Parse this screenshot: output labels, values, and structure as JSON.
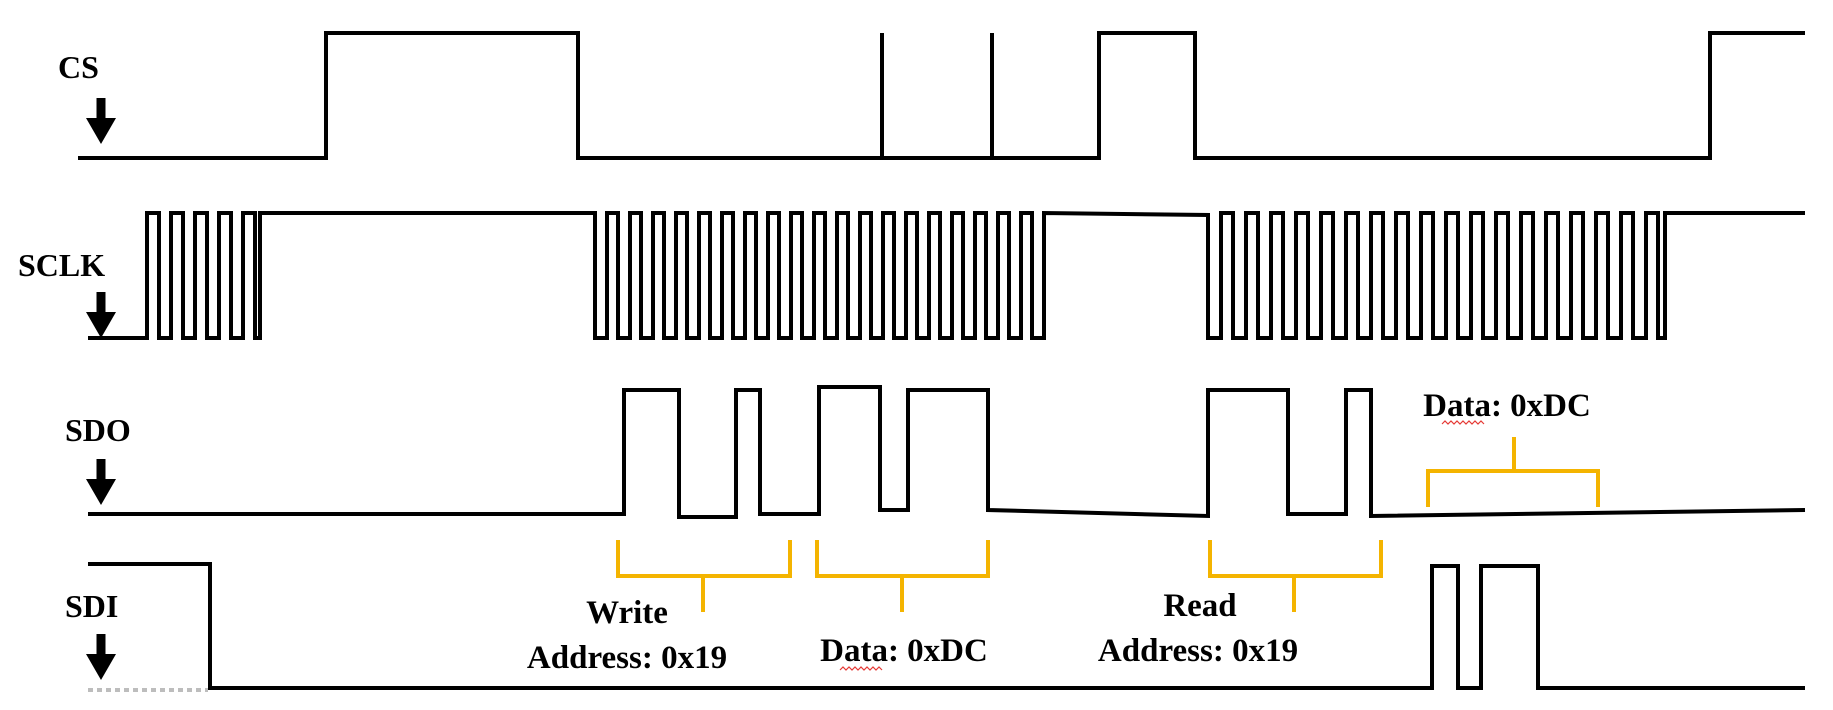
{
  "signals": {
    "cs": "CS",
    "sclk": "SCLK",
    "sdo": "SDO",
    "sdi": "SDI"
  },
  "annotations": {
    "write_op": "Write",
    "write_address": "Address: 0x19",
    "write_data": "Data: 0xDC",
    "read_op": "Read",
    "read_address": "Address: 0x19",
    "read_data": "Data: 0xDC"
  },
  "colors": {
    "waveform": "#000000",
    "bracket": "#f4b400",
    "background": "#ffffff"
  },
  "icons": {
    "direction_arrow": "down-arrow-icon"
  }
}
